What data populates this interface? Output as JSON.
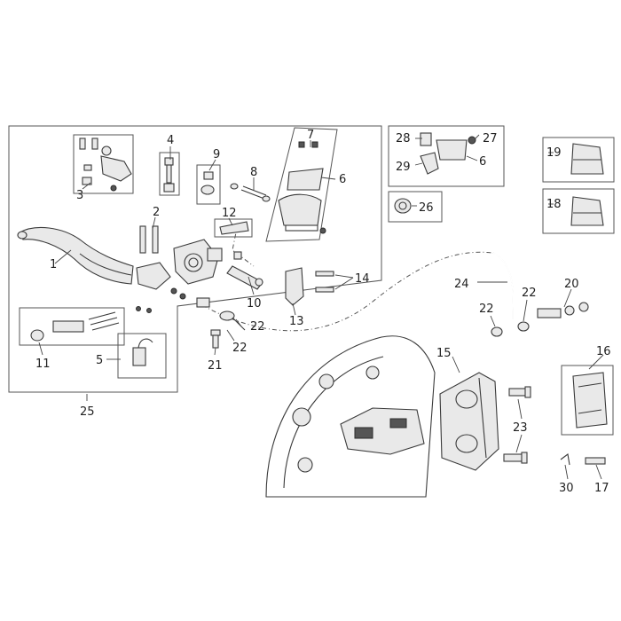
{
  "callouts": {
    "c1": "1",
    "c2": "2",
    "c3": "3",
    "c4": "4",
    "c5": "5",
    "c6a": "6",
    "c6b": "6",
    "c7": "7",
    "c8": "8",
    "c9": "9",
    "c10": "10",
    "c11": "11",
    "c12": "12",
    "c13": "13",
    "c14": "14",
    "c15": "15",
    "c16": "16",
    "c17": "17",
    "c18": "18",
    "c19": "19",
    "c20": "20",
    "c21": "21",
    "c22a": "22",
    "c22b": "22",
    "c22c": "22",
    "c22d": "22",
    "c23": "23",
    "c24": "24",
    "c25": "25",
    "c26": "26",
    "c27": "27",
    "c28": "28",
    "c29": "29",
    "c30": "30"
  },
  "colors": {
    "line": "#3a3a3a",
    "fill": "#e9e9e9",
    "background": "#ffffff"
  }
}
